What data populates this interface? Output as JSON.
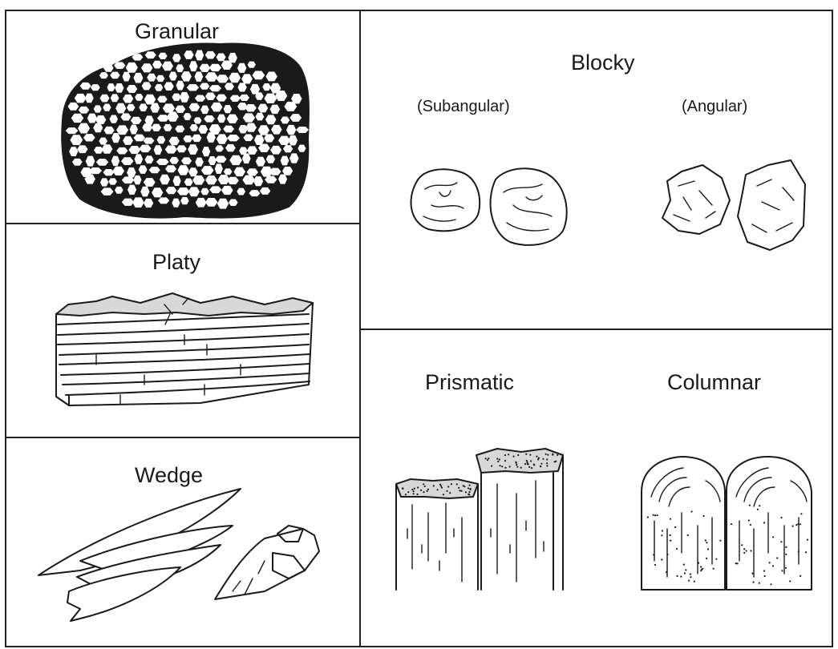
{
  "panels": {
    "granular": {
      "title": "Granular"
    },
    "platy": {
      "title": "Platy"
    },
    "wedge": {
      "title": "Wedge"
    },
    "blocky": {
      "title": "Blocky",
      "subangular": "(Subangular)",
      "angular": "(Angular)"
    },
    "prismatic": {
      "title": "Prismatic"
    },
    "columnar": {
      "title": "Columnar"
    }
  }
}
